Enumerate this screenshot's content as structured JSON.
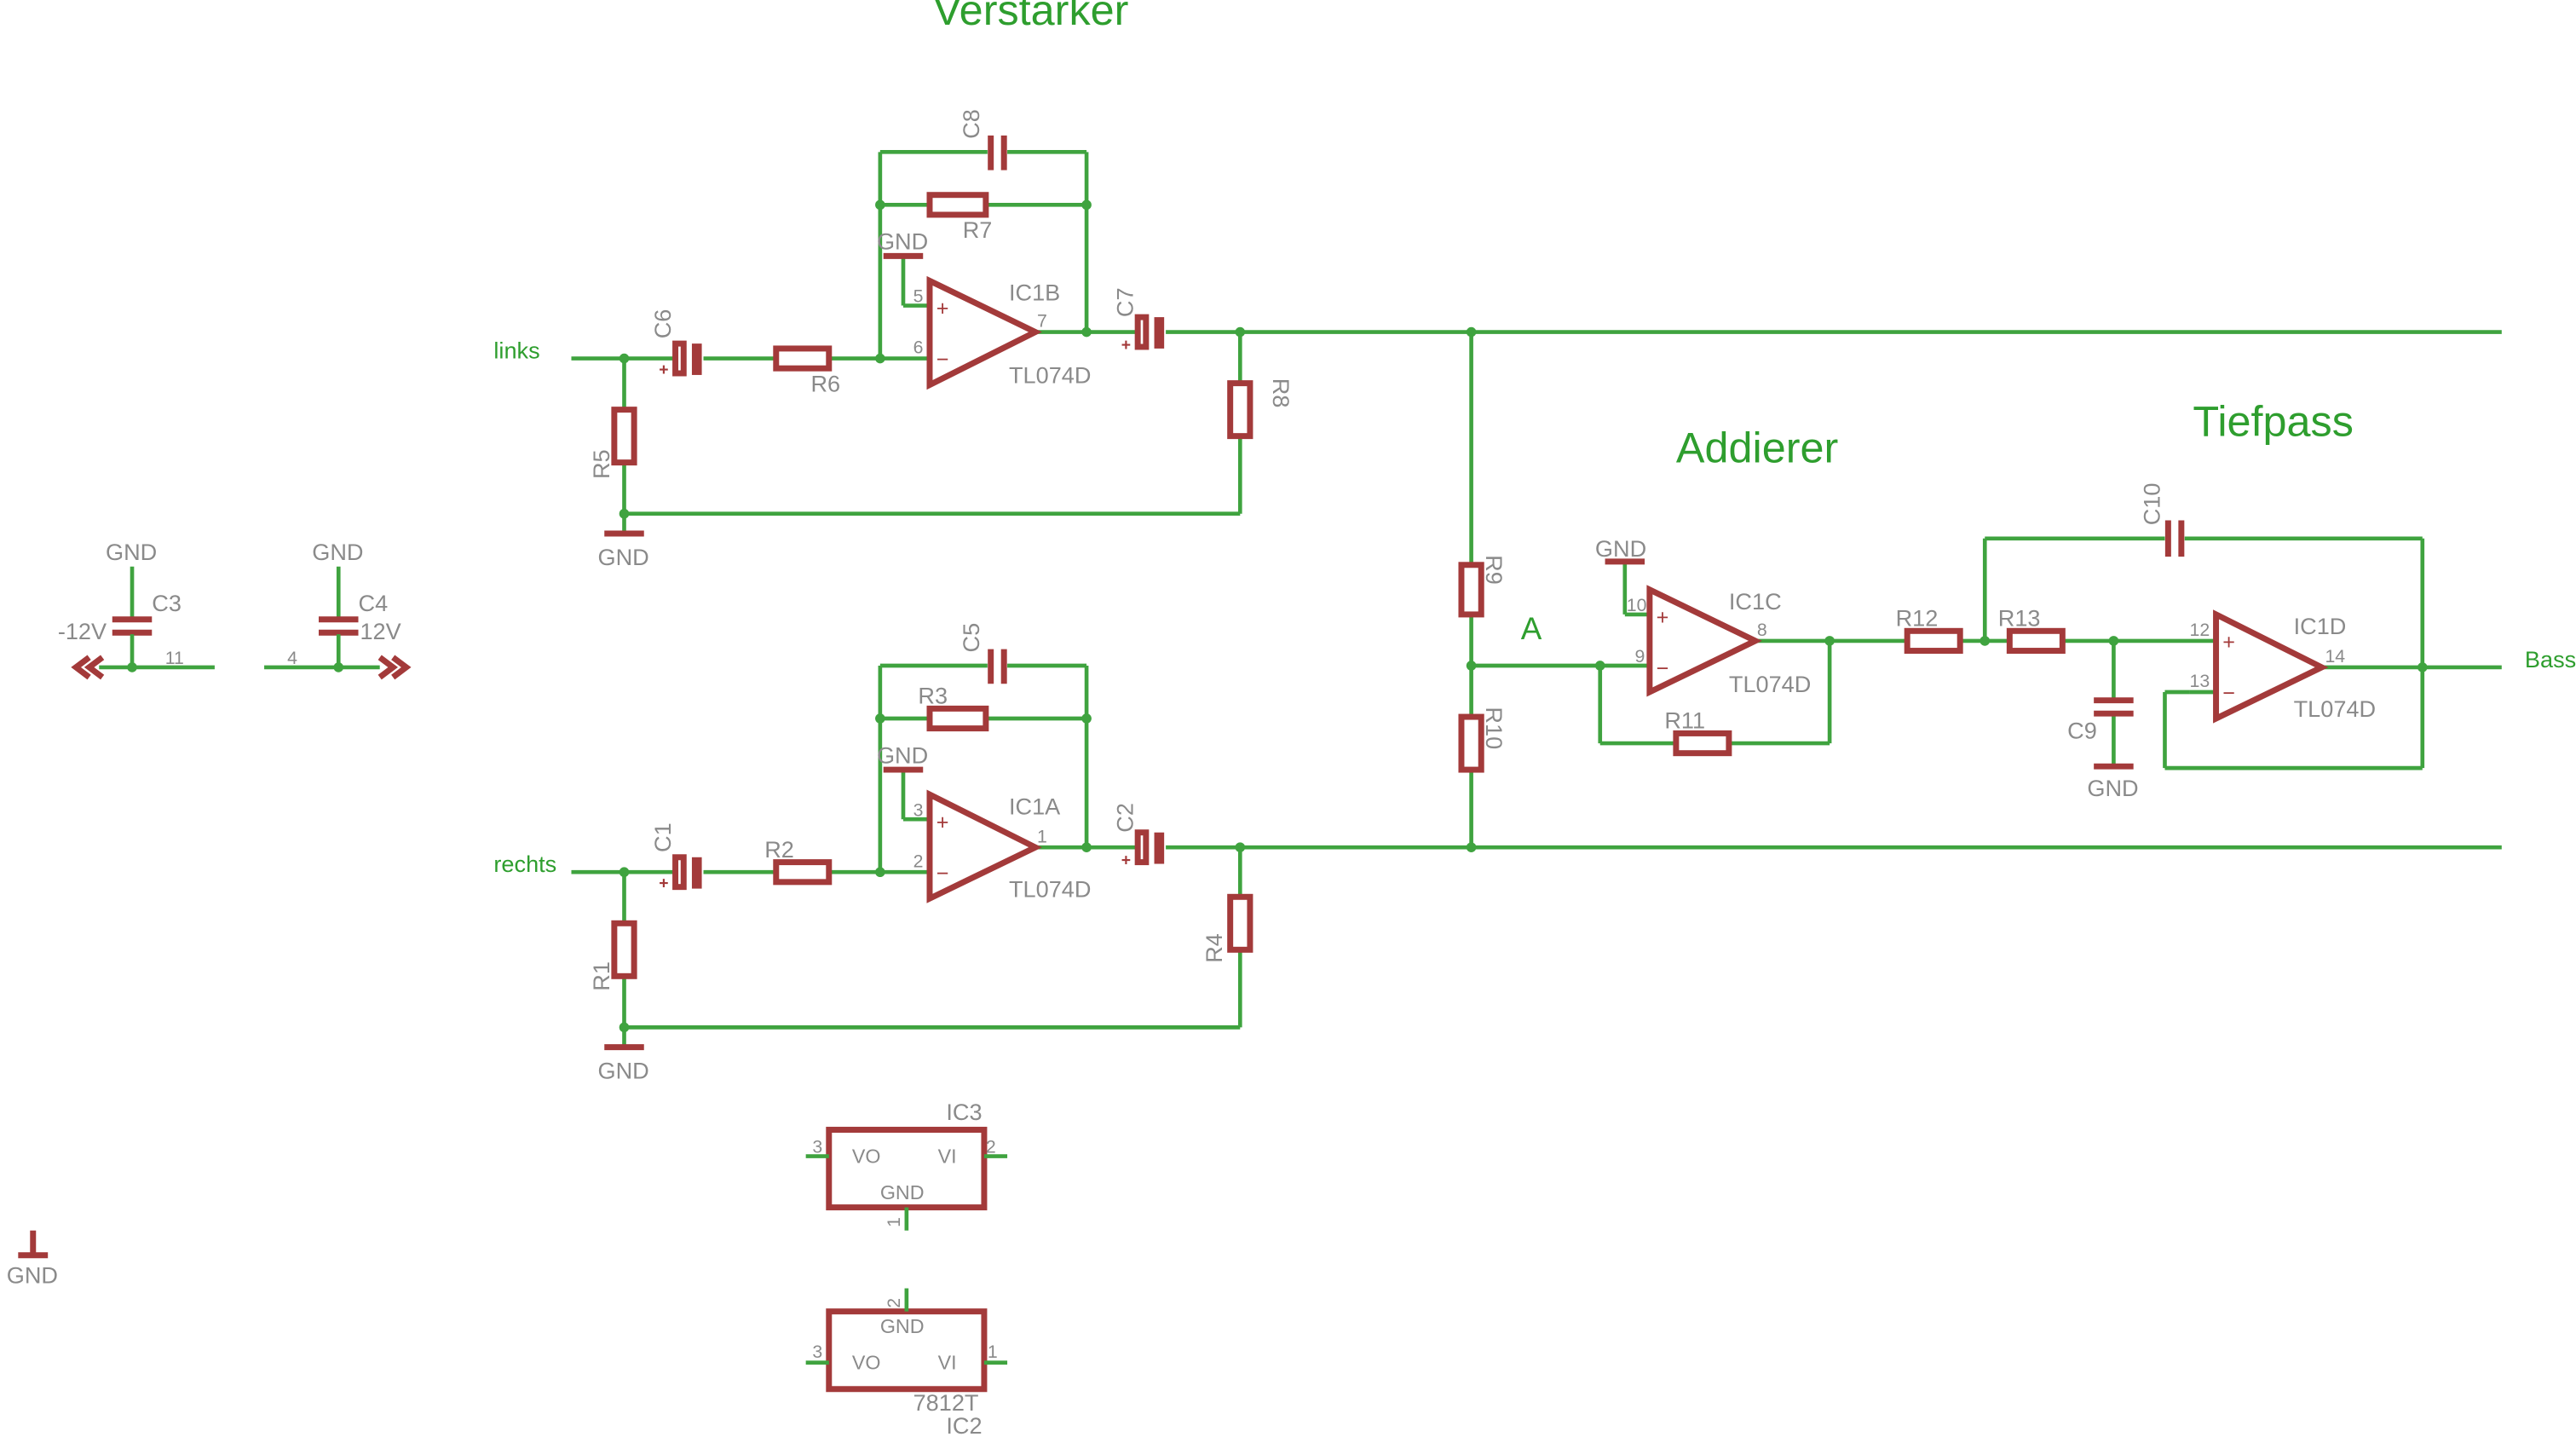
{
  "sections": {
    "verstaerker": "Verstärker",
    "addierer": "Addierer",
    "tiefpass": "Tiefpass"
  },
  "nets": {
    "links": "links",
    "rechts": "rechts",
    "bass": "Bass",
    "a": "A",
    "neg12": "-12V",
    "pos12": "12V"
  },
  "gnd": "GND",
  "opamp_part": "TL074D",
  "components": {
    "R1": "R1",
    "R2": "R2",
    "R3": "R3",
    "R4": "R4",
    "R5": "R5",
    "R6": "R6",
    "R7": "R7",
    "R8": "R8",
    "R9": "R9",
    "R10": "R10",
    "R11": "R11",
    "R12": "R12",
    "R13": "R13",
    "C1": "C1",
    "C2": "C2",
    "C3": "C3",
    "C4": "C4",
    "C5": "C5",
    "C6": "C6",
    "C7": "C7",
    "C8": "C8",
    "C9": "C9",
    "C10": "C10",
    "IC1A": "IC1A",
    "IC1B": "IC1B",
    "IC1C": "IC1C",
    "IC1D": "IC1D",
    "IC2": "IC2",
    "IC3": "IC3",
    "IC2_value": "7812T"
  },
  "regulator_pins": {
    "vo": "VO",
    "vi": "VI",
    "gnd": "GND"
  },
  "pins": {
    "p1": "1",
    "p2": "2",
    "p3": "3",
    "p4": "4",
    "p5": "5",
    "p6": "6",
    "p7": "7",
    "p8": "8",
    "p9": "9",
    "p10": "10",
    "p11": "11",
    "p12": "12",
    "p13": "13",
    "p14": "14"
  },
  "opamp_signs": {
    "plus": "+",
    "minus": "−"
  },
  "polarity_mark": "+",
  "colors": {
    "wire": "#3fa33f",
    "component": "#a33a3a",
    "label": "#8a8a8a",
    "net_label": "#2e9e2e",
    "background": "#ffffff"
  }
}
